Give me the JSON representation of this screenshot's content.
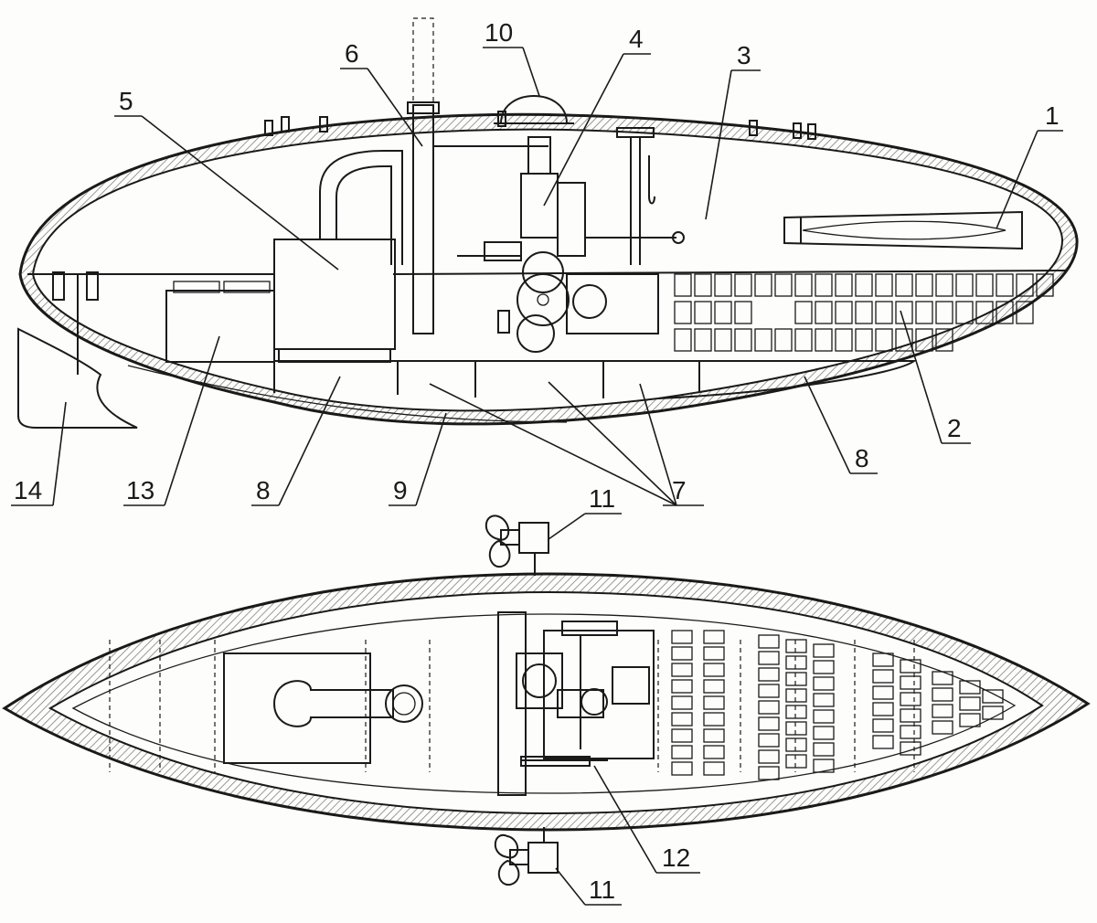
{
  "callouts": [
    {
      "id": "c1",
      "text": "1"
    },
    {
      "id": "c2",
      "text": "2"
    },
    {
      "id": "c3",
      "text": "3"
    },
    {
      "id": "c4",
      "text": "4"
    },
    {
      "id": "c5",
      "text": "5"
    },
    {
      "id": "c6",
      "text": "6"
    },
    {
      "id": "c7",
      "text": "7"
    },
    {
      "id": "c8a",
      "text": "8"
    },
    {
      "id": "c8b",
      "text": "8"
    },
    {
      "id": "c9",
      "text": "9"
    },
    {
      "id": "c10",
      "text": "10"
    },
    {
      "id": "c11a",
      "text": "11"
    },
    {
      "id": "c11b",
      "text": "11"
    },
    {
      "id": "c12",
      "text": "12"
    },
    {
      "id": "c13",
      "text": "13"
    },
    {
      "id": "c14",
      "text": "14"
    }
  ]
}
